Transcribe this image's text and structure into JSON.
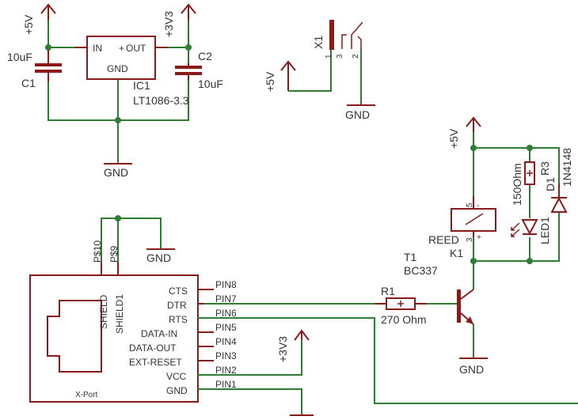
{
  "supplies": {
    "plus5v_top": "+5V",
    "plus3v3_top": "+3V3",
    "plus5v_x1": "+5V",
    "plus5v_right": "+5V",
    "plus3v3_bottom": "+3V3"
  },
  "grounds": {
    "gnd_reg": "GND",
    "gnd_x1": "GND",
    "gnd_shield": "GND",
    "gnd_t1": "GND"
  },
  "regulator": {
    "name": "IC1",
    "value": "LT1086-3.3",
    "pin_in": "IN",
    "pin_out": "OUT",
    "pin_gnd": "GND"
  },
  "c1": {
    "name": "C1",
    "value": "10uF"
  },
  "c2": {
    "name": "C2",
    "value": "10uF"
  },
  "x1": {
    "name": "X1",
    "pin_a": "1",
    "pin_b": "3",
    "pin_c": "2"
  },
  "r3": {
    "name": "R3",
    "value": "150Ohm"
  },
  "d1": {
    "name": "D1",
    "value": "1N4148"
  },
  "led1": {
    "name": "LED1"
  },
  "k1": {
    "name": "K1",
    "value": "REED",
    "pin_a": "5",
    "pin_b": "3"
  },
  "t1": {
    "name": "T1",
    "value": "BC337"
  },
  "r1": {
    "name": "R1",
    "value": "270 Ohm"
  },
  "xport": {
    "name": "X-Port",
    "shield": "SHIELD",
    "shield1": "SHIELD1",
    "p10": "P$10",
    "p9": "P$9",
    "signals": [
      "CTS",
      "DTR",
      "RTS",
      "DATA-IN",
      "DATA-OUT",
      "EXT-RESET",
      "VCC",
      "GND"
    ],
    "pins": [
      "PIN8",
      "PIN7",
      "PIN6",
      "PIN5",
      "PIN4",
      "PIN3",
      "PIN2",
      "PIN1"
    ]
  }
}
